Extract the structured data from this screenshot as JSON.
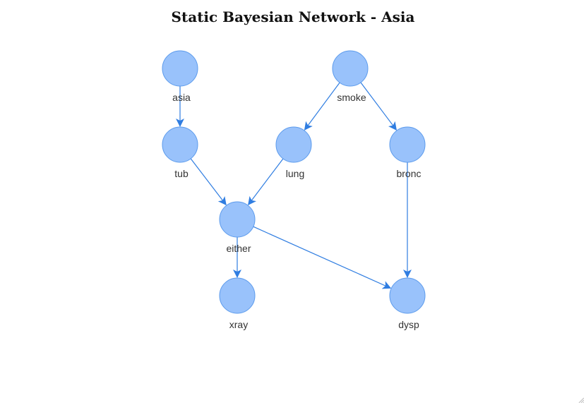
{
  "title": "Static Bayesian Network - Asia",
  "colors": {
    "node_fill": "#99c2fb",
    "node_stroke": "#5c9bec",
    "edge": "#2f7de1",
    "label": "#333333"
  },
  "nodes": [
    {
      "id": "asia",
      "label": "asia"
    },
    {
      "id": "smoke",
      "label": "smoke"
    },
    {
      "id": "tub",
      "label": "tub"
    },
    {
      "id": "lung",
      "label": "lung"
    },
    {
      "id": "bronc",
      "label": "bronc"
    },
    {
      "id": "either",
      "label": "either"
    },
    {
      "id": "xray",
      "label": "xray"
    },
    {
      "id": "dysp",
      "label": "dysp"
    }
  ],
  "edges": [
    {
      "from": "asia",
      "to": "tub"
    },
    {
      "from": "smoke",
      "to": "lung"
    },
    {
      "from": "smoke",
      "to": "bronc"
    },
    {
      "from": "tub",
      "to": "either"
    },
    {
      "from": "lung",
      "to": "either"
    },
    {
      "from": "either",
      "to": "xray"
    },
    {
      "from": "either",
      "to": "dysp"
    },
    {
      "from": "bronc",
      "to": "dysp"
    }
  ]
}
